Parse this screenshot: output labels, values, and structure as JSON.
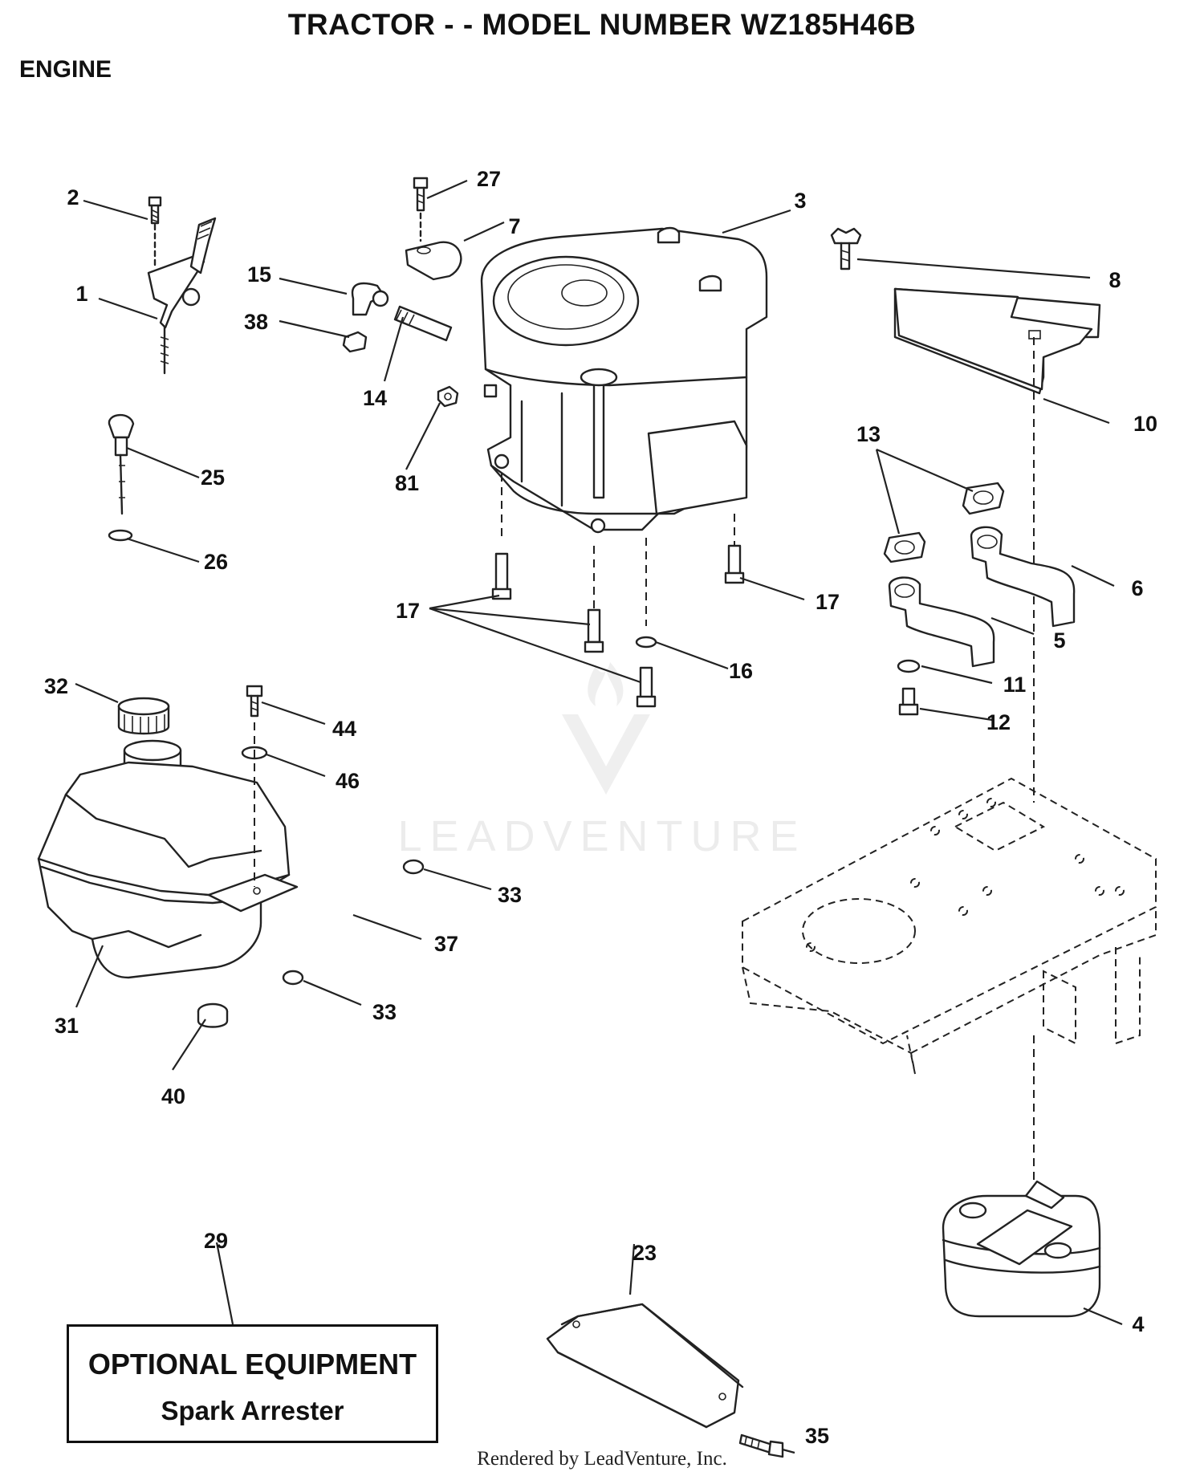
{
  "header": {
    "title": "TRACTOR - - MODEL NUMBER WZ185H46B",
    "section": "ENGINE"
  },
  "callouts": [
    {
      "id": "c1",
      "label": "1"
    },
    {
      "id": "c2",
      "label": "2"
    },
    {
      "id": "c3",
      "label": "3"
    },
    {
      "id": "c4",
      "label": "4"
    },
    {
      "id": "c5",
      "label": "5"
    },
    {
      "id": "c6",
      "label": "6"
    },
    {
      "id": "c7",
      "label": "7"
    },
    {
      "id": "c8",
      "label": "8"
    },
    {
      "id": "c10",
      "label": "10"
    },
    {
      "id": "c11",
      "label": "11"
    },
    {
      "id": "c12",
      "label": "12"
    },
    {
      "id": "c13",
      "label": "13"
    },
    {
      "id": "c14",
      "label": "14"
    },
    {
      "id": "c15",
      "label": "15"
    },
    {
      "id": "c16",
      "label": "16"
    },
    {
      "id": "c17a",
      "label": "17"
    },
    {
      "id": "c17b",
      "label": "17"
    },
    {
      "id": "c23",
      "label": "23"
    },
    {
      "id": "c25",
      "label": "25"
    },
    {
      "id": "c26",
      "label": "26"
    },
    {
      "id": "c27",
      "label": "27"
    },
    {
      "id": "c29",
      "label": "29"
    },
    {
      "id": "c31",
      "label": "31"
    },
    {
      "id": "c32",
      "label": "32"
    },
    {
      "id": "c33a",
      "label": "33"
    },
    {
      "id": "c33b",
      "label": "33"
    },
    {
      "id": "c35",
      "label": "35"
    },
    {
      "id": "c37",
      "label": "37"
    },
    {
      "id": "c38",
      "label": "38"
    },
    {
      "id": "c40",
      "label": "40"
    },
    {
      "id": "c44",
      "label": "44"
    },
    {
      "id": "c46",
      "label": "46"
    },
    {
      "id": "c81",
      "label": "81"
    }
  ],
  "optional_equipment": {
    "title": "OPTIONAL EQUIPMENT",
    "item": "Spark Arrester"
  },
  "watermark": "LEADVENTURE",
  "footer": "Rendered by LeadVenture, Inc."
}
